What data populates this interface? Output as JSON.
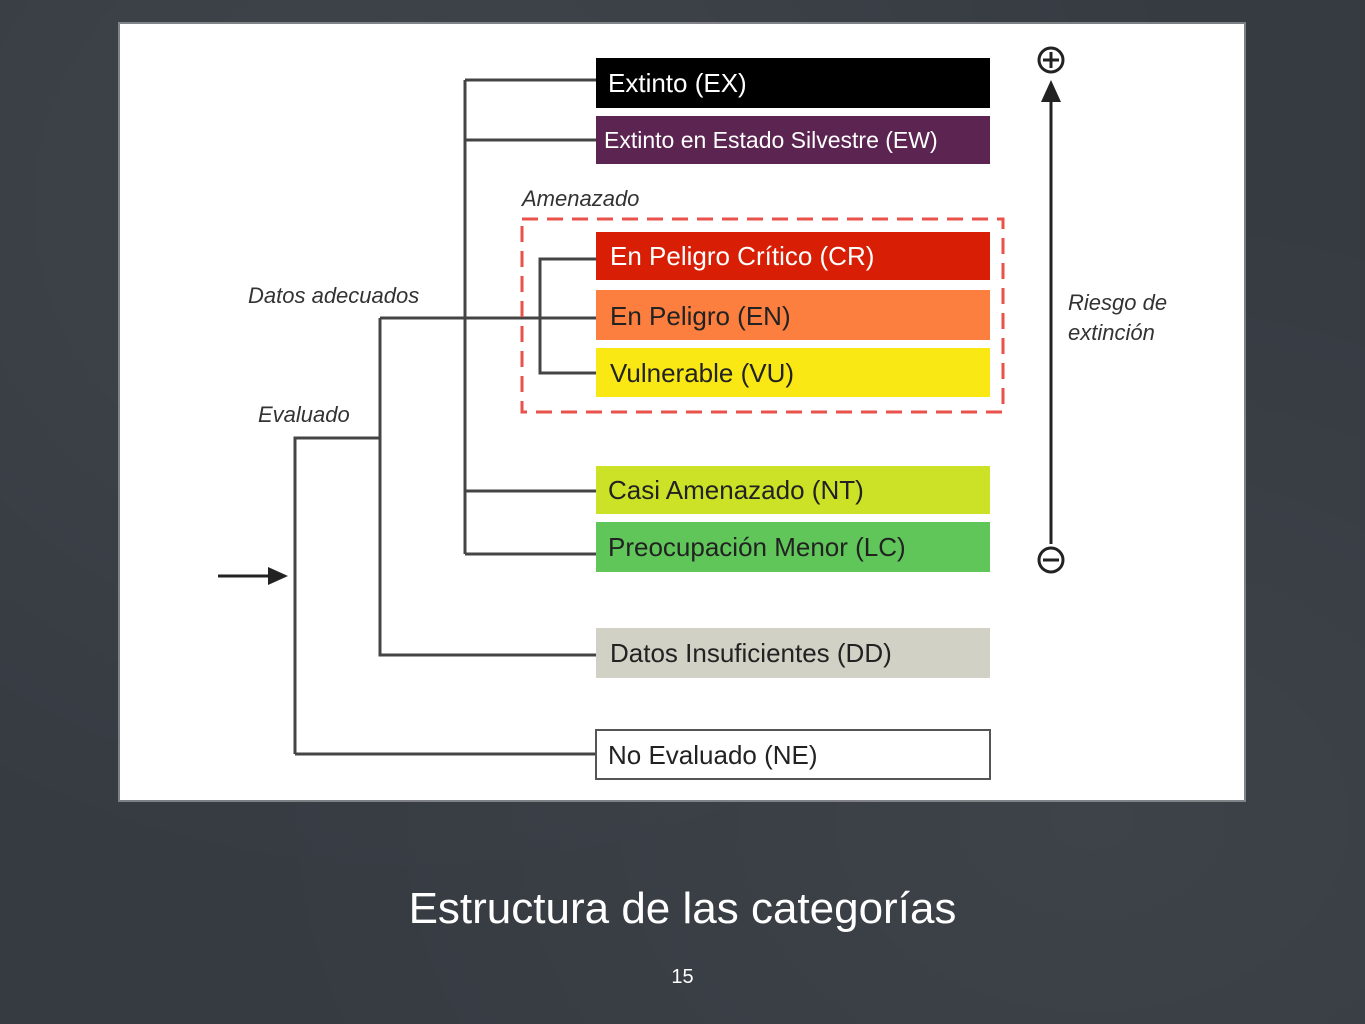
{
  "slide": {
    "title": "Estructura de las categorías",
    "page_number": "15"
  },
  "diagram": {
    "categories": {
      "ex": {
        "label": "Extinto (EX)",
        "fill": "#000000",
        "text_color": "#ffffff"
      },
      "ew": {
        "label": "Extinto en Estado Silvestre (EW)",
        "fill": "#5c2450",
        "text_color": "#ffffff"
      },
      "cr": {
        "label": "En Peligro Crítico (CR)",
        "fill": "#d81e05",
        "text_color": "#ffffff"
      },
      "en": {
        "label": "En Peligro (EN)",
        "fill": "#fc7f3f",
        "text_color": "#222222"
      },
      "vu": {
        "label": "Vulnerable (VU)",
        "fill": "#f9e814",
        "text_color": "#222222"
      },
      "nt": {
        "label": "Casi Amenazado (NT)",
        "fill": "#cce226",
        "text_color": "#222222"
      },
      "lc": {
        "label": "Preocupación Menor (LC)",
        "fill": "#60c659",
        "text_color": "#222222"
      },
      "dd": {
        "label": "Datos Insuficientes (DD)",
        "fill": "#d1d1c6",
        "text_color": "#222222"
      },
      "ne": {
        "label": "No Evaluado (NE)",
        "fill": "#ffffff",
        "text_color": "#222222"
      }
    },
    "group_labels": {
      "amenazado": "Amenazado",
      "datos_adecuados": "Datos adecuados",
      "evaluado": "Evaluado",
      "riesgo_line1": "Riesgo de",
      "riesgo_line2": "extinción"
    },
    "icons": {
      "top": "plus-circle-icon",
      "bottom": "minus-circle-icon",
      "axis": "arrow-up-icon",
      "entry": "arrow-right-icon"
    },
    "threatened_frame_color": "#e8524a"
  }
}
